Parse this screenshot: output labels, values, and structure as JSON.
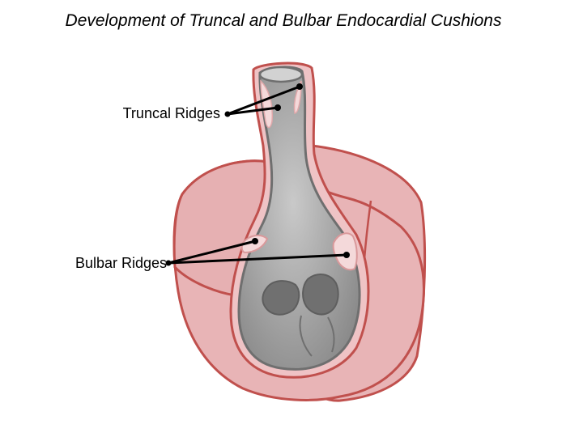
{
  "title": "Development of Truncal and Bulbar Endocardial Cushions",
  "labels": {
    "truncal": "Truncal Ridges",
    "bulbar": "Bulbar Ridges"
  },
  "colors": {
    "heart_fill": "#e8b4b6",
    "heart_stroke": "#c0504d",
    "lumen_fill": "#9c9c9c",
    "lumen_stroke": "#6f6f6f",
    "ridge_fill": "#f4d9da"
  }
}
